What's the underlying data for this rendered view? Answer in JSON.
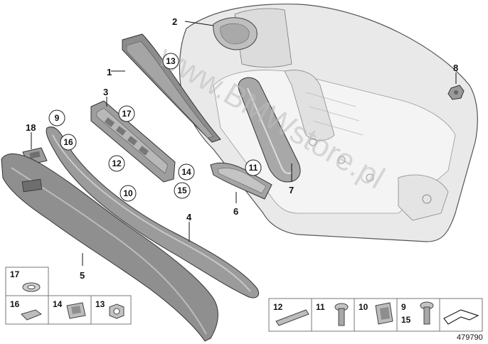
{
  "watermark": "www.BMWstore.pl",
  "diagram_id": "479790",
  "callouts": {
    "c1": "1",
    "c2": "2",
    "c3": "3",
    "c4": "4",
    "c5": "5",
    "c6": "6",
    "c7": "7",
    "c8": "8",
    "c9": "9",
    "c10": "10",
    "c11": "11",
    "c12": "12",
    "c13": "13",
    "c14": "14",
    "c15": "15",
    "c16": "16",
    "c17": "17",
    "c18": "18"
  },
  "legend_left": {
    "r17": "17",
    "r16": "16",
    "r14": "14",
    "r13": "13"
  },
  "legend_bottom": {
    "b12": "12",
    "b11": "11",
    "b10": "10",
    "b9": "9",
    "b15": "15"
  },
  "colors": {
    "part_dark": "#8a8a8a",
    "part_mid": "#b4b4b4",
    "part_light": "#d6d6d6",
    "door_panel": "#e8e8e8",
    "outline": "#444444"
  }
}
